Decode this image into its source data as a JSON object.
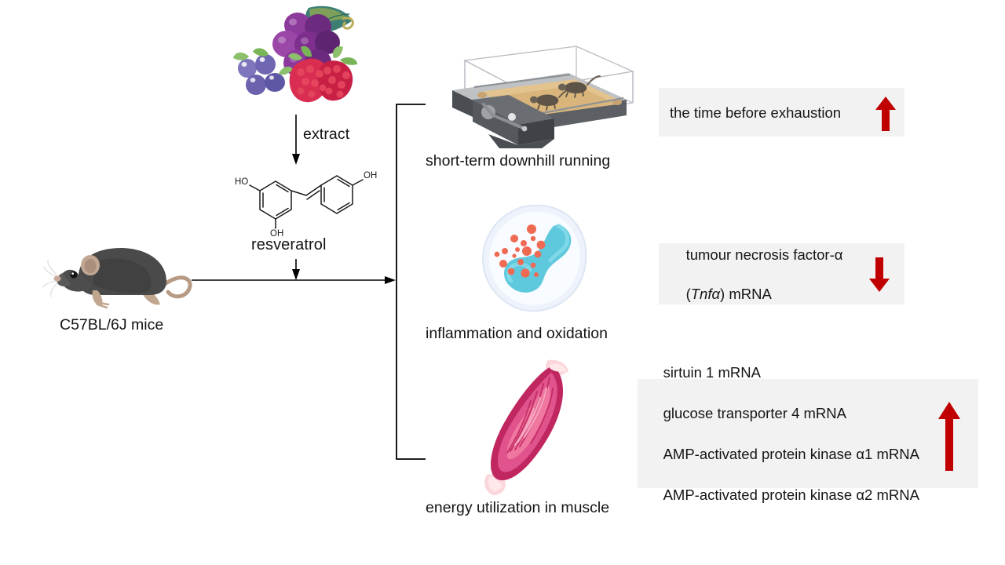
{
  "diagram": {
    "title": "Resveratrol supplementation and downhill running in mice",
    "accent_red": "#c00000",
    "box_background": "#f2f2f2",
    "line_color": "#000000"
  },
  "inputs": {
    "berries_icon": "berries-illustration",
    "extract_arrow_label": "extract",
    "compound_name": "resveratrol",
    "compound_labels": {
      "left_top_oh": "HO",
      "left_bottom_oh": "OH",
      "right_oh": "OH"
    },
    "animal_icon": "mouse-illustration",
    "animal_label": "C57BL/6J mice"
  },
  "outcomes": [
    {
      "icon": "treadmill-icon",
      "caption": "short-term downhill running",
      "box": {
        "lines": [
          "the time before exhaustion"
        ],
        "direction": "up",
        "arrow_icon": "arrow-up-red-icon"
      }
    },
    {
      "icon": "white-blood-cell-icon",
      "caption": "inflammation and oxidation",
      "box": {
        "lines": [
          "tumour necrosis factor-α",
          "(Tnfα) mRNA"
        ],
        "italic_part": "Tnfα",
        "direction": "down",
        "arrow_icon": "arrow-down-red-icon"
      }
    },
    {
      "icon": "skeletal-muscle-icon",
      "caption": "energy utilization in muscle",
      "box": {
        "lines": [
          "sirtuin 1 mRNA",
          "glucose transporter 4 mRNA",
          "AMP-activated protein kinase α1 mRNA",
          "AMP-activated protein kinase α2 mRNA"
        ],
        "direction": "up",
        "arrow_icon": "arrow-up-red-icon"
      }
    }
  ]
}
